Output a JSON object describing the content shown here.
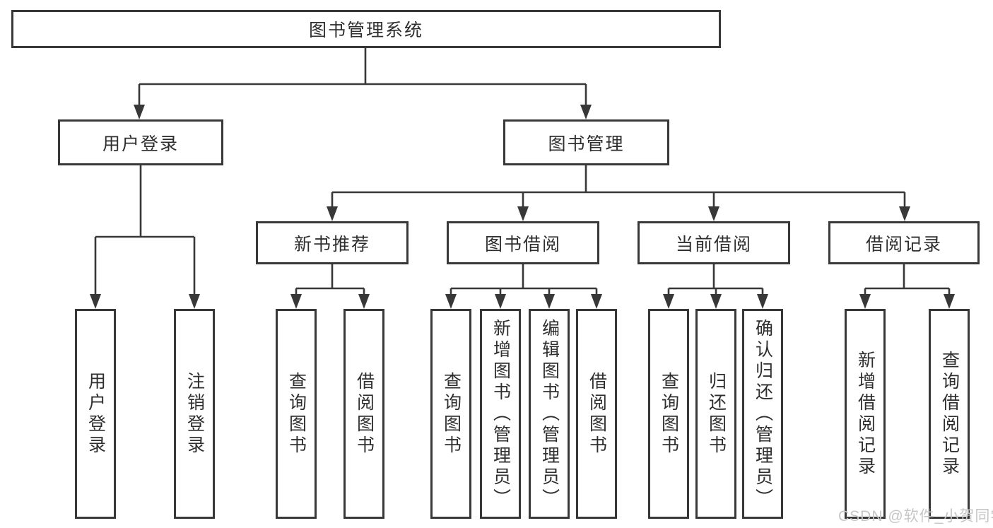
{
  "colors": {
    "line": "#383838",
    "box_border": "#383838",
    "text": "#2e2e2e",
    "background": "#ffffff",
    "watermark": "#c6c6c6"
  },
  "diagram": {
    "root": {
      "label": "图书管理系统"
    },
    "level2": [
      {
        "id": "user-login",
        "label": "用户登录"
      },
      {
        "id": "book-management",
        "label": "图书管理"
      }
    ],
    "level3": [
      {
        "id": "new-book-recommendation",
        "label": "新书推荐",
        "parent": "book-management"
      },
      {
        "id": "book-borrowing",
        "label": "图书借阅",
        "parent": "book-management"
      },
      {
        "id": "current-borrowing",
        "label": "当前借阅",
        "parent": "book-management"
      },
      {
        "id": "borrowing-records",
        "label": "借阅记录",
        "parent": "book-management"
      }
    ],
    "leaves": [
      {
        "id": "leaf-user-login",
        "label": "用户登录",
        "parent": "user-login"
      },
      {
        "id": "leaf-logout",
        "label": "注销登录",
        "parent": "user-login"
      },
      {
        "id": "leaf-query-books-1",
        "label": "查询图书",
        "parent": "new-book-recommendation"
      },
      {
        "id": "leaf-borrow-books-1",
        "label": "借阅图书",
        "parent": "new-book-recommendation"
      },
      {
        "id": "leaf-query-books-2",
        "label": "查询图书",
        "parent": "book-borrowing"
      },
      {
        "id": "leaf-add-book-admin",
        "label": "新增图书（管理员）",
        "parent": "book-borrowing"
      },
      {
        "id": "leaf-edit-book-admin",
        "label": "编辑图书（管理员）",
        "parent": "book-borrowing"
      },
      {
        "id": "leaf-borrow-books-2",
        "label": "借阅图书",
        "parent": "book-borrowing"
      },
      {
        "id": "leaf-query-books-3",
        "label": "查询图书",
        "parent": "current-borrowing"
      },
      {
        "id": "leaf-return-books",
        "label": "归还图书",
        "parent": "current-borrowing"
      },
      {
        "id": "leaf-confirm-return-admin",
        "label": "确认归还（管理员）",
        "parent": "current-borrowing"
      },
      {
        "id": "leaf-add-borrow-record",
        "label": "新增借阅记录",
        "parent": "borrowing-records"
      },
      {
        "id": "leaf-query-borrow-record",
        "label": "查询借阅记录",
        "parent": "borrowing-records"
      }
    ]
  },
  "watermark": {
    "text": "CSDN @软件_小贺同学"
  }
}
